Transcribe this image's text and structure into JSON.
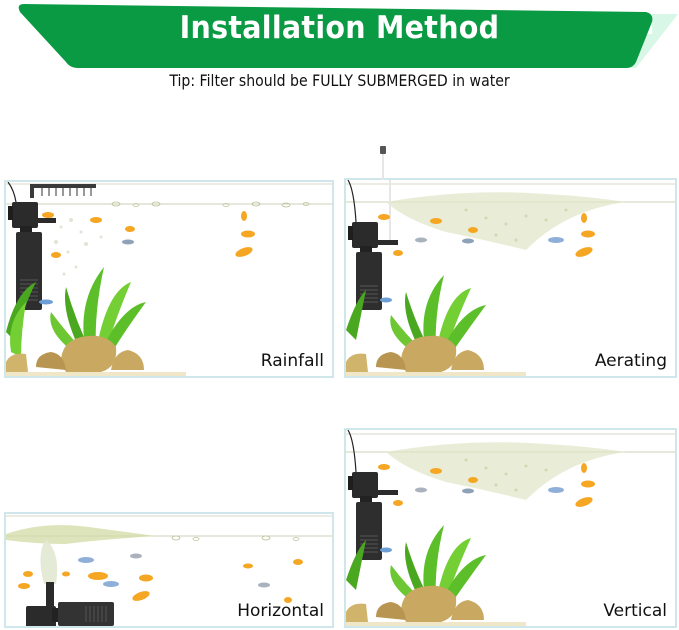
{
  "header": {
    "title": "Installation Method",
    "tip": "Tip: Filter should be FULLY SUBMERGED in water",
    "banner_color": "#0a9a44",
    "banner_shadow_color": "#d8f7e6"
  },
  "panels": [
    {
      "id": "rainfall",
      "label": "Rainfall",
      "mode": "spray bar above water surface"
    },
    {
      "id": "aerating",
      "label": "Aerating",
      "mode": "air tube above water, bubbles below surface"
    },
    {
      "id": "horizontal",
      "label": "Horizontal",
      "mode": "filter lying horizontally on bottom"
    },
    {
      "id": "vertical",
      "label": "Vertical",
      "mode": "filter mounted vertically on glass"
    }
  ],
  "colors": {
    "panel_border": "#cfe6ea",
    "filter_body": "#2b2b2b",
    "plant_green": "#5cbf2a",
    "fish_orange": "#f5a623",
    "rock": "#c9a862",
    "bubbles": "#c8d4a8"
  }
}
